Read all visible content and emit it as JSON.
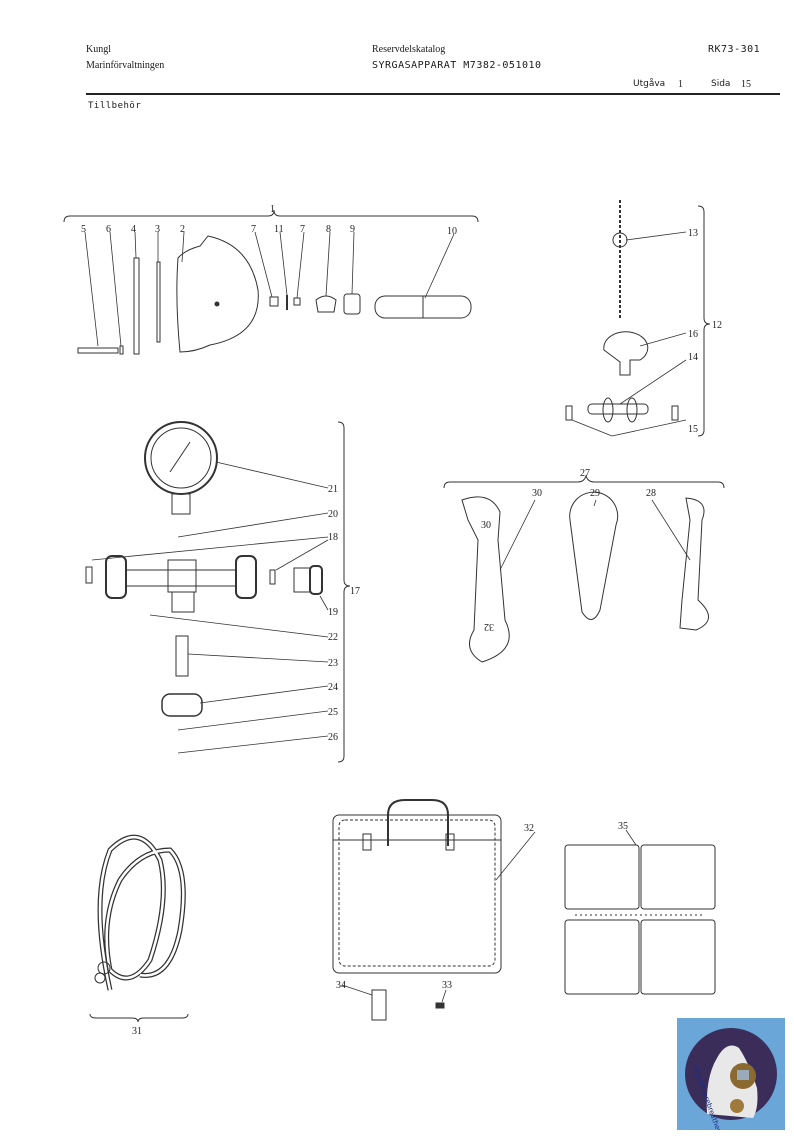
{
  "header": {
    "org_line1": "Kungl",
    "org_line2": "Marinförvaltningen",
    "doc_title": "Reservdelskatalog",
    "doc_subtitle": "SYRGASAPPARAT M7382-051010",
    "doc_number": "RK73-301",
    "edition_label": "Utgåva",
    "edition_value": "1",
    "page_label": "Sida",
    "page_value": "15"
  },
  "section_title": "Tillbehör",
  "callouts": [
    "1",
    "2",
    "3",
    "4",
    "5",
    "6",
    "7",
    "7",
    "8",
    "9",
    "10",
    "11",
    "12",
    "13",
    "14",
    "15",
    "16",
    "17",
    "18",
    "19",
    "20",
    "21",
    "22",
    "23",
    "24",
    "25",
    "26",
    "27",
    "28",
    "29",
    "30",
    "31",
    "32",
    "33",
    "34",
    "35"
  ],
  "wrench_marks": {
    "w30_top": "30",
    "w30_bottom": "32"
  },
  "logo": {
    "text": "http://therebreathersite.nl",
    "bg_color": "#6aa6d8"
  }
}
